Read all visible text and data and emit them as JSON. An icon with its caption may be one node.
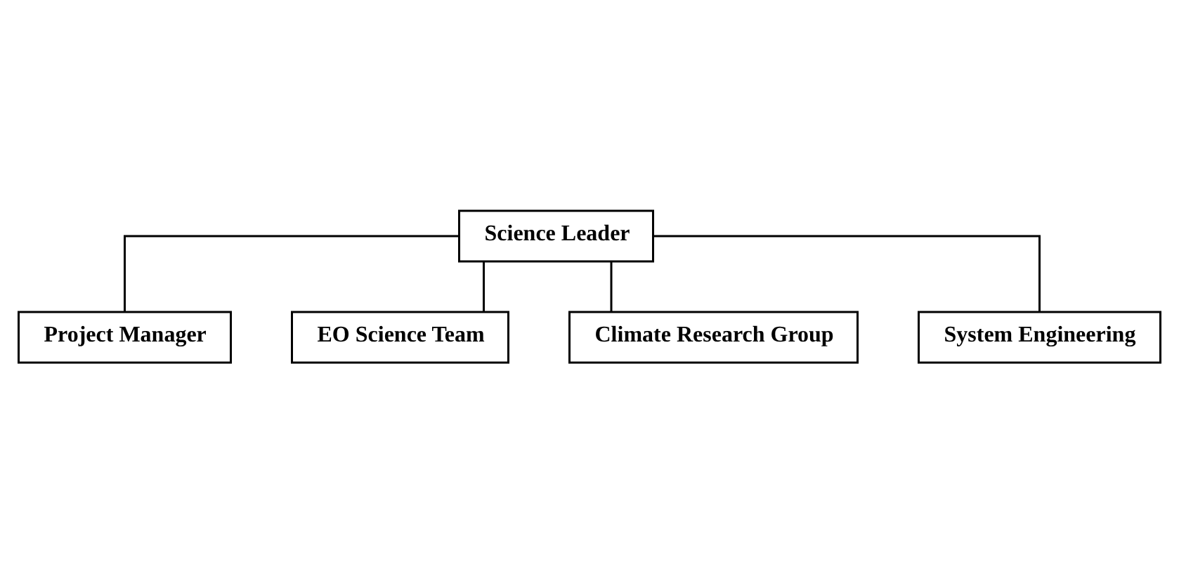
{
  "diagram": {
    "nodes": [
      {
        "text": [
          "Science Leader"
        ]
      },
      {
        "text": [
          "Project Manager"
        ]
      },
      {
        "text": [
          "EO Science Team"
        ]
      },
      {
        "text": [
          "Climate Research Group"
        ]
      },
      {
        "text": [
          "System Engineering"
        ]
      }
    ],
    "edges": [
      {
        "from": 0,
        "to": 1,
        "arrow": "none"
      },
      {
        "from": 0,
        "to": 2,
        "arrow": "none"
      },
      {
        "from": 0,
        "to": 3,
        "arrow": "none"
      },
      {
        "from": 0,
        "to": 4,
        "arrow": "none"
      }
    ]
  }
}
